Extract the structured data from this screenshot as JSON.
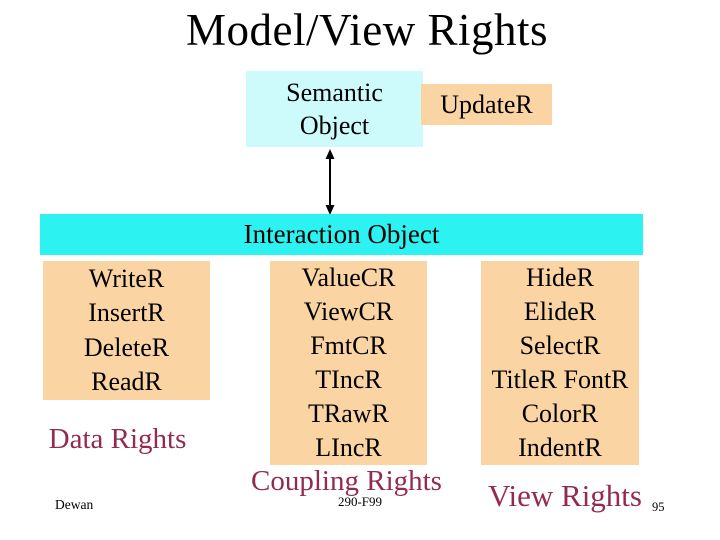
{
  "slide": {
    "title": "Model/View Rights",
    "model": {
      "semantic_object_label": "Semantic Object",
      "update_right_label": "UpdateR"
    },
    "interaction_object_label": "Interaction Object",
    "columns": {
      "data": {
        "rights": [
          "WriteR",
          "InsertR",
          "DeleteR",
          "ReadR"
        ],
        "label": "Data Rights"
      },
      "coupling": {
        "rights": [
          "ValueCR",
          "ViewCR",
          "FmtCR",
          "TIncR",
          "TRawR",
          "LIncR"
        ],
        "label": "Coupling Rights"
      },
      "view": {
        "rights": [
          "HideR",
          "ElideR",
          "SelectR",
          "TitleR FontR",
          "ColorR",
          "IndentR"
        ],
        "label": "View Rights"
      }
    },
    "footer": {
      "author": "Dewan",
      "course": "290-F99",
      "slide_number": "95"
    }
  },
  "colors": {
    "semantic_box_fill": "#cdfbfb",
    "interaction_bar_fill": "#2df2f2",
    "rights_box_fill": "#fbd4a3",
    "rights_label_color": "#932b50",
    "text_color": "#000000",
    "background": "#ffffff"
  }
}
